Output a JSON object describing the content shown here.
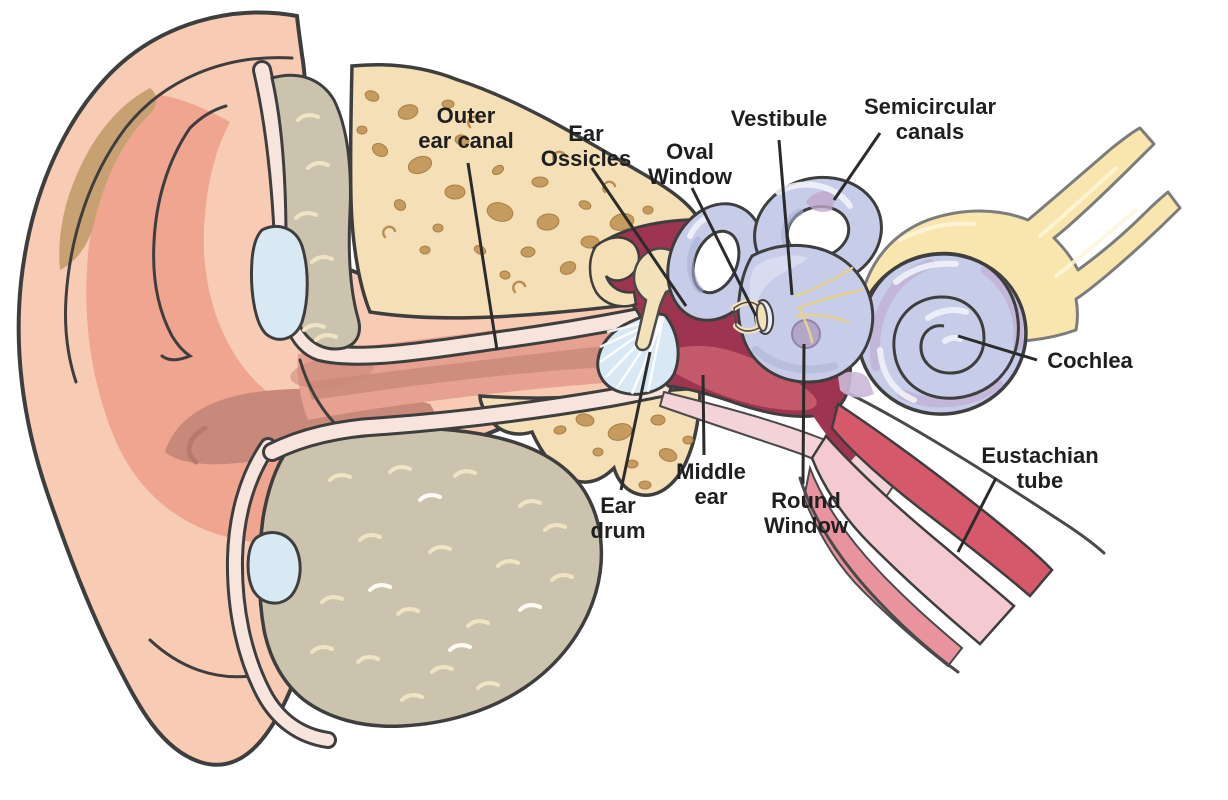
{
  "diagram": {
    "labels": [
      {
        "id": "outer-ear-canal",
        "text": "Outer\near canal"
      },
      {
        "id": "ear-ossicles",
        "text": "Ear\nOssicles"
      },
      {
        "id": "oval-window",
        "text": "Oval\nWindow"
      },
      {
        "id": "vestibule",
        "text": "Vestibule"
      },
      {
        "id": "semicircular-canals",
        "text": "Semicircular\ncanals"
      },
      {
        "id": "cochlea",
        "text": "Cochlea"
      },
      {
        "id": "ear-drum",
        "text": "Ear\ndrum"
      },
      {
        "id": "middle-ear",
        "text": "Middle\near"
      },
      {
        "id": "round-window",
        "text": "Round\nWindow"
      },
      {
        "id": "eustachian-tube",
        "text": "Eustachian\ntube"
      }
    ],
    "colors": {
      "background": "#FFFFFF",
      "outline": "#3E3E3E",
      "label_text": "#1F1F1F",
      "leader_line": "#2B2B2B",
      "skin": "#F8CBB4",
      "skin_shadow": "#EFA58F",
      "concha_shadow": "#C9897A",
      "helix_shadow": "#C8A172",
      "lining": "#F7E4DC",
      "cartilage": "#CBC3AD",
      "cartilage_squiggle": "#EFE3C3",
      "cartilage_blue": "#D8E9F4",
      "bone": "#F5DFB6",
      "bone_speckle": "#C69B5F",
      "ear_canal": "#E7A190",
      "ear_canal_core": "#C98878",
      "middle_ear_cavity": "#9E3550",
      "middle_ear_inner": "#C4596B",
      "eardrum": "#D8E8F4",
      "ossicle": "#F3E1BA",
      "inner_ear": "#C7CCE8",
      "inner_ear_shadow": "#A9AFD3",
      "inner_ear_accent": "#BFA6CB",
      "inner_ear_highlight": "#EFF2FA",
      "nerve": "#F8E6AE",
      "eustachian_red": "#D6596B",
      "eustachian_pink": "#F5C9D0"
    }
  }
}
